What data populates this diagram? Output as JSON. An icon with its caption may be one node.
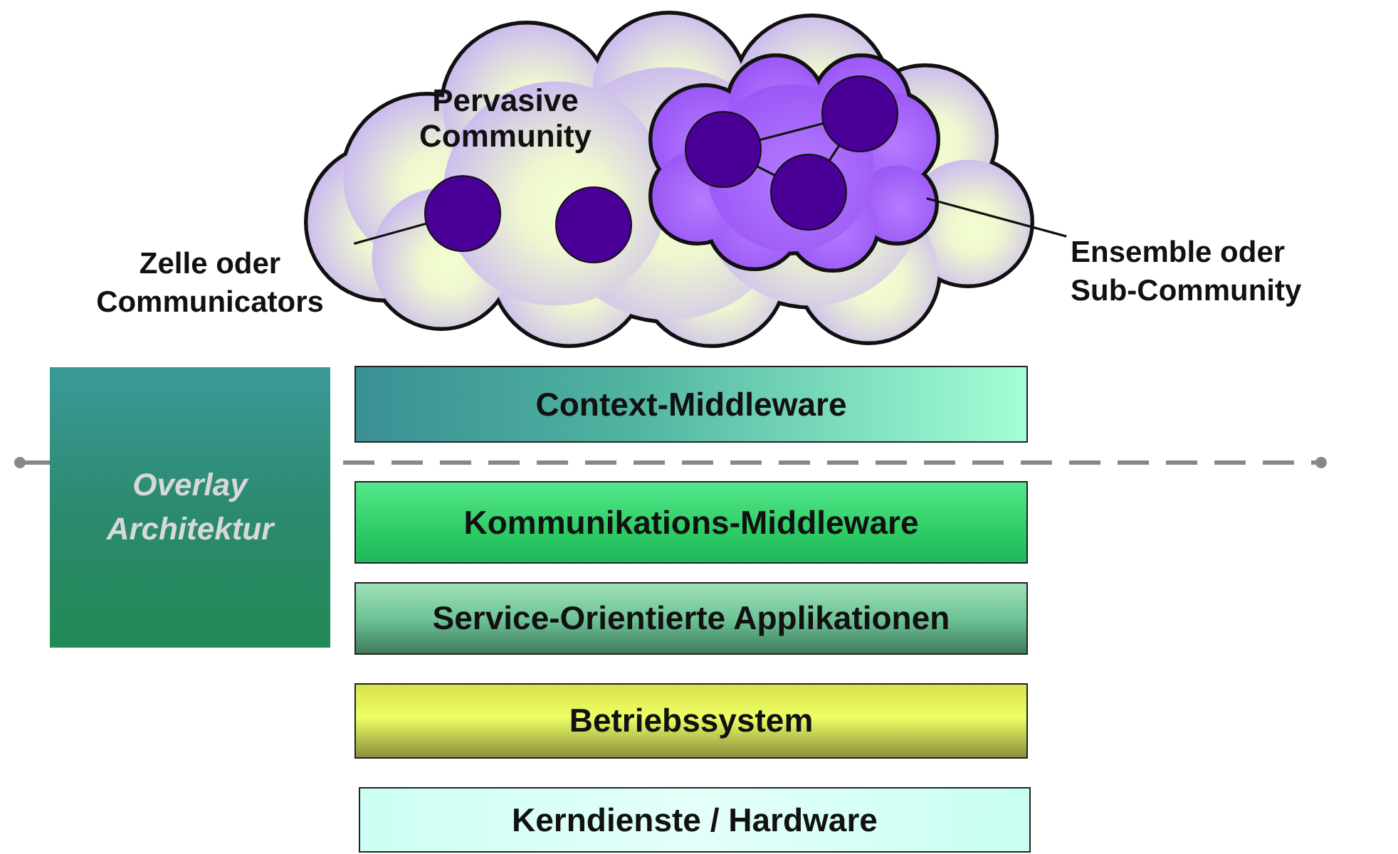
{
  "diagram": {
    "nodes": [
      {
        "text": [
          "Pervasive Community"
        ]
      },
      {
        "text": [],
        "shape": "circle",
        "in": 0
      },
      {
        "text": [],
        "shape": "circle",
        "in": 0
      },
      {
        "text": [],
        "shape": "cloud",
        "in": 0
      },
      {
        "text": [],
        "shape": "circle",
        "in": 3
      },
      {
        "text": [],
        "shape": "circle",
        "in": 3
      },
      {
        "text": [],
        "shape": "circle",
        "in": 3
      },
      {
        "text": [
          "Zelle oder Communicators"
        ]
      },
      {
        "text": [
          "Ensemble oder Sub-Community"
        ]
      },
      {
        "text": [
          "Overlay Architektur"
        ]
      },
      {
        "text": [
          "Context-Middleware"
        ]
      },
      {
        "text": [
          "Kommunikations-Middleware"
        ]
      },
      {
        "text": [
          "Service-Orientierte Applikationen"
        ]
      },
      {
        "text": [
          "Betriebssystem"
        ]
      },
      {
        "text": [
          "Kerndienste / Hardware"
        ]
      }
    ],
    "edges": [
      {
        "from": 4,
        "to": 5,
        "arrow": "none"
      },
      {
        "from": 4,
        "to": 6,
        "arrow": "none"
      },
      {
        "from": 6,
        "to": 5,
        "arrow": "none"
      },
      {
        "from": 7,
        "to": 1,
        "arrow": "none"
      },
      {
        "from": 8,
        "to": 3,
        "arrow": "none"
      }
    ]
  }
}
